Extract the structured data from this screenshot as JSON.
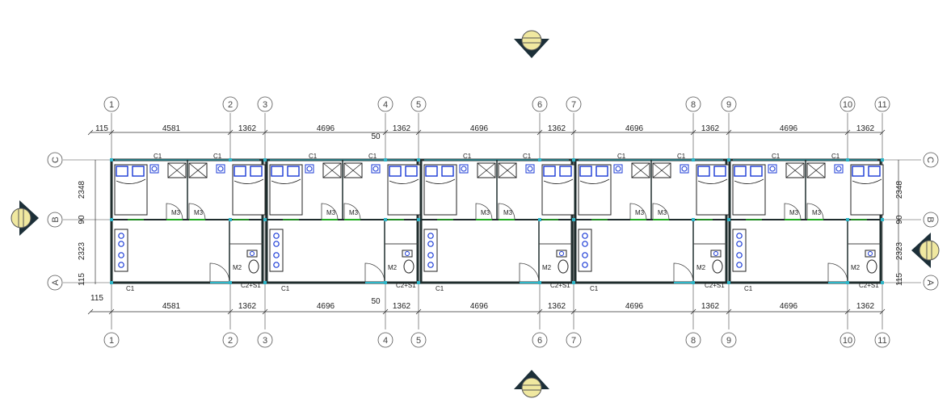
{
  "grid_axes": {
    "columns": [
      "1",
      "2",
      "3",
      "4",
      "5",
      "6",
      "7",
      "8",
      "9",
      "10",
      "11"
    ],
    "rows": [
      "A",
      "B",
      "C"
    ]
  },
  "dimensions": {
    "top_row": [
      "115",
      "4581",
      "1362",
      "4696",
      "1362",
      "4696",
      "1362",
      "4696",
      "1362",
      "4696",
      "1362"
    ],
    "top_gap": "50",
    "bottom_row": [
      "4581",
      "1362",
      "4696",
      "1362",
      "4696",
      "1362",
      "4696",
      "1362",
      "4696",
      "1362"
    ],
    "bottom_left": "115",
    "bottom_gap": "50",
    "left_side": [
      "2348",
      "90",
      "2323",
      "115"
    ],
    "right_side": [
      "2348",
      "90",
      "2323",
      "115"
    ]
  },
  "openings": {
    "window_c1": "C1",
    "door_m3": "M3",
    "door_m2": "M2",
    "combo_c2s1": "C2+S1"
  },
  "units_count": 5,
  "colors": {
    "wall": "#1f2d2d",
    "gridline": "#444444",
    "furniture_blue": "#1a3ad6",
    "opening_cyan": "#2fb6c8",
    "door_green": "#22aa22",
    "marker_fill": "#f0e8a0",
    "marker_dark": "#1c2f38"
  }
}
